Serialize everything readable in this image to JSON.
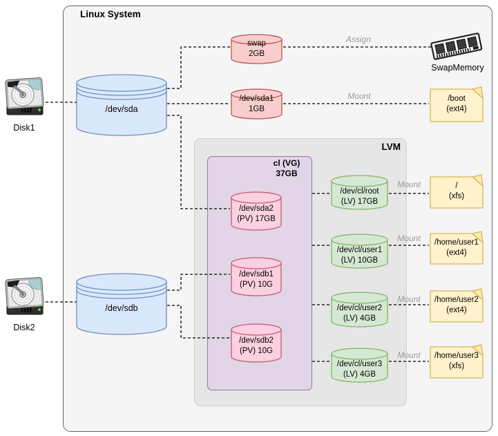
{
  "system": {
    "title": "Linux System"
  },
  "external_disks": {
    "disk1": {
      "label": "Disk1",
      "icon": "hdd-icon"
    },
    "disk2": {
      "label": "Disk2",
      "icon": "hdd-icon"
    }
  },
  "disks": {
    "sda": {
      "label": "/dev/sda"
    },
    "sdb": {
      "label": "/dev/sdb"
    }
  },
  "partitions": {
    "swap": {
      "name": "swap",
      "size": "2GB"
    },
    "sda1": {
      "name": "/dev/sda1",
      "size": "1GB"
    }
  },
  "lvm": {
    "label": "LVM",
    "vg": {
      "name": "cl (VG)",
      "size": "37GB"
    },
    "pvs": {
      "sda2": {
        "name": "/dev/sda2",
        "size": "(PV) 17GB"
      },
      "sdb1": {
        "name": "/dev/sdb1",
        "size": "(PV) 10G"
      },
      "sdb2": {
        "name": "/dev/sdb2",
        "size": "(PV) 10G"
      }
    },
    "lvs": {
      "root": {
        "name": "/dev/cl/root",
        "size": "(LV) 17GB"
      },
      "user1": {
        "name": "/dev/cl/user1",
        "size": "(LV) 10GB"
      },
      "user2": {
        "name": "/dev/cl/user2",
        "size": "(LV) 4GB"
      },
      "user3": {
        "name": "/dev/cl/user3",
        "size": "(LV) 4GB"
      }
    }
  },
  "memory": {
    "label": "SwapMemory",
    "icon": "ram-icon"
  },
  "mounts": {
    "boot": {
      "path": "/boot",
      "fs": "(ext4)"
    },
    "root": {
      "path": "/",
      "fs": "(xfs)"
    },
    "user1": {
      "path": "/home/user1",
      "fs": "(ext4)"
    },
    "user2": {
      "path": "/home/user2",
      "fs": "(ext4)"
    },
    "user3": {
      "path": "/home/user3",
      "fs": "(xfs)"
    }
  },
  "edges": {
    "assign": "Assign",
    "mount": "Mount"
  },
  "colors": {
    "canvas": "#f5f5f5",
    "lvm_box": "#e6e6e6",
    "vg_box": "#e1d5e7",
    "disk_fill": "#dae8fc",
    "disk_stroke": "#6c8ebf",
    "partition_fill": "#f8cecc",
    "partition_stroke": "#b85450",
    "pv_fill": "#fbd0e0",
    "pv_stroke": "#c4586f",
    "lv_fill": "#d5e8d4",
    "lv_stroke": "#82b366",
    "note_fill": "#fff2cc",
    "note_stroke": "#d6b656",
    "edge_label": "#999999",
    "line": "#000000"
  }
}
